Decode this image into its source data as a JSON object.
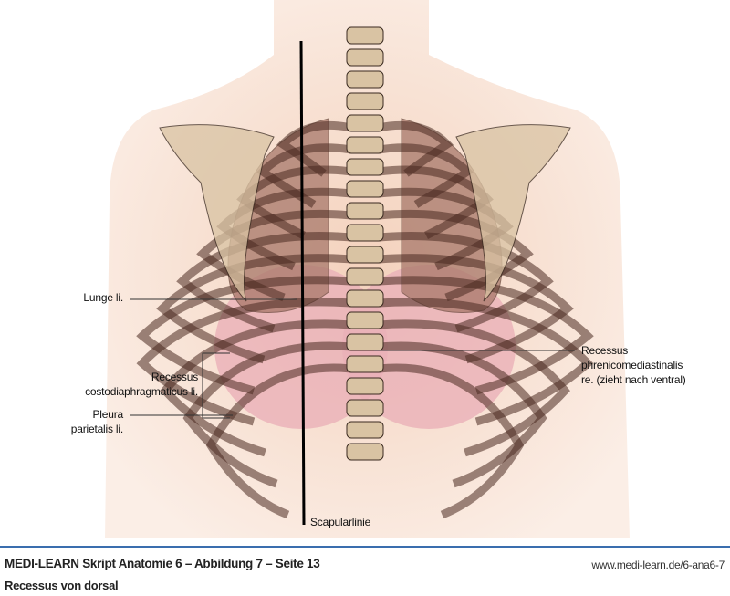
{
  "figure": {
    "labels": {
      "lunge": "Lunge li.",
      "recessus_costo_1": "Recessus",
      "recessus_costo_2": "costodiaphragmaticus li.",
      "pleura_1": "Pleura",
      "pleura_2": "parietalis li.",
      "recessus_phren_1": "Recessus",
      "recessus_phren_2": "phrenicomediastinalis",
      "recessus_phren_3": "re. (zieht nach ventral)",
      "scapularlinie": "Scapularlinie"
    },
    "colors": {
      "skin": "#f6dccb",
      "bone": "#d9c3a3",
      "lung": "#b08070",
      "rib": "#8a5a4a",
      "pleura": "#eab0b8",
      "accent": "#3a6eae"
    }
  },
  "footer": {
    "title": "MEDI-LEARN Skript Anatomie 6 – Abbildung 7 – Seite 13",
    "url": "www.medi-learn.de/6-ana6-7",
    "subtitle": "Recessus von dorsal"
  }
}
